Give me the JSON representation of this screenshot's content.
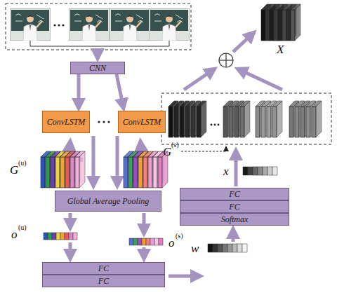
{
  "diagram": {
    "nodes": [
      {
        "text": [
          "CNN"
        ]
      },
      {
        "text": [
          "ConvLSTM"
        ]
      },
      {
        "text": [
          "ConvLSTM"
        ]
      },
      {
        "text": [
          "Global Average Pooling"
        ]
      },
      {
        "text": [
          "FC"
        ]
      },
      {
        "text": [
          "FC"
        ]
      },
      {
        "text": [
          "FC"
        ]
      },
      {
        "text": [
          "FC"
        ]
      },
      {
        "text": [
          "Softmax"
        ]
      }
    ],
    "edges": [
      {
        "from": 0,
        "to": 1,
        "arrow": "to"
      },
      {
        "from": 0,
        "to": 2,
        "arrow": "to"
      }
    ],
    "labels": [
      "G",
      "(u)",
      "G",
      "(s)",
      "o",
      "(u)",
      "o",
      "(s)",
      "w",
      "x",
      "X"
    ]
  }
}
